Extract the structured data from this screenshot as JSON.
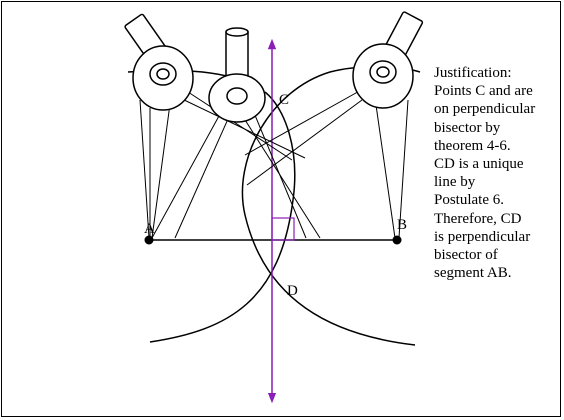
{
  "diagram": {
    "points": {
      "a_label": "A",
      "b_label": "B",
      "c_label": "C",
      "d_label": "D"
    },
    "colors": {
      "bisector": "#8a1fb8",
      "right_angle_marker": "#8a1fb8",
      "ink": "#000000",
      "compass_fill": "#ffffff"
    },
    "icons": [
      "compass-icon",
      "compass-icon",
      "compass-icon"
    ]
  },
  "justification": {
    "lines": [
      "Justification:",
      "Points C and are",
      "on perpendicular",
      "bisector by",
      "theorem 4-6.",
      "CD is a unique",
      "line by",
      "Postulate 6.",
      "Therefore, CD",
      "is perpendicular",
      "bisector of",
      "segment AB."
    ]
  }
}
